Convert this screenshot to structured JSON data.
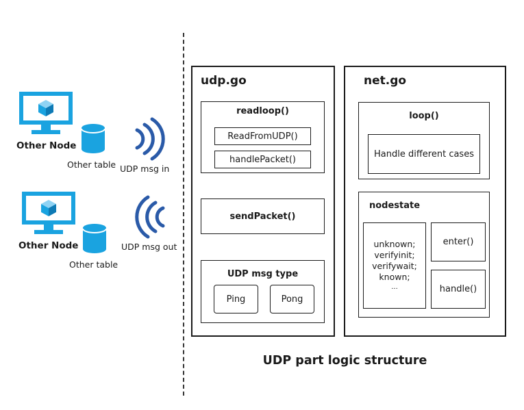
{
  "left": {
    "node1": {
      "name": "Other Node",
      "table": "Other table",
      "msg": "UDP msg in"
    },
    "node2": {
      "name": "Other Node",
      "table": "Other table",
      "msg": "UDP msg out"
    }
  },
  "udp": {
    "title": "udp.go",
    "readloop": {
      "title": "readloop()",
      "items": [
        "ReadFromUDP()",
        "handlePacket()"
      ]
    },
    "sendpacket": "sendPacket()",
    "msgtype": {
      "title": "UDP msg type",
      "items": [
        "Ping",
        "Pong"
      ]
    }
  },
  "net": {
    "title": "net.go",
    "loop": {
      "title": "loop()",
      "item": "Handle different cases"
    },
    "nodestate": {
      "title": "nodestate",
      "states": [
        "unknown;",
        "verifyinit;",
        "verifywait;",
        "known;",
        "..."
      ],
      "enter": "enter()",
      "handle": "handle()"
    }
  },
  "caption": "UDP part logic structure",
  "colors": {
    "monitor": "#1aa3e0",
    "cylinder": "#1aa3e0",
    "wave": "#2a5aa8"
  }
}
